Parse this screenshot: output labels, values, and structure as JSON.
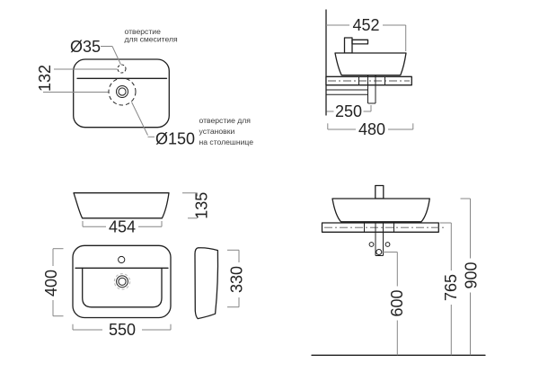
{
  "colors": {
    "background": "#ffffff",
    "object_line": "#1f1f1f",
    "dimension_line": "#868686",
    "hidden_line": "#b5b5b5",
    "text": "#222222"
  },
  "views": {
    "top_plan_detail": {
      "faucet_hole_diameter": "Ø35",
      "faucet_hole_note": [
        "отверстие",
        "для смесителя"
      ],
      "faucet_axis_offset": "132",
      "drain_hole_diameter": "Ø150",
      "drain_hole_note": [
        "отверстие для",
        "установки",
        "на столешнице"
      ]
    },
    "side_view_wall": {
      "basin_depth": "452",
      "drain_to_wall": "250",
      "counter_depth": "480"
    },
    "front_view": {
      "base_width": "454",
      "basin_height": "135"
    },
    "plan_view": {
      "depth": "400",
      "width": "550"
    },
    "profile_view": {
      "height": "330"
    },
    "installation_view": {
      "drain_height": "600",
      "counter_height": "765",
      "rim_height": "900"
    }
  }
}
